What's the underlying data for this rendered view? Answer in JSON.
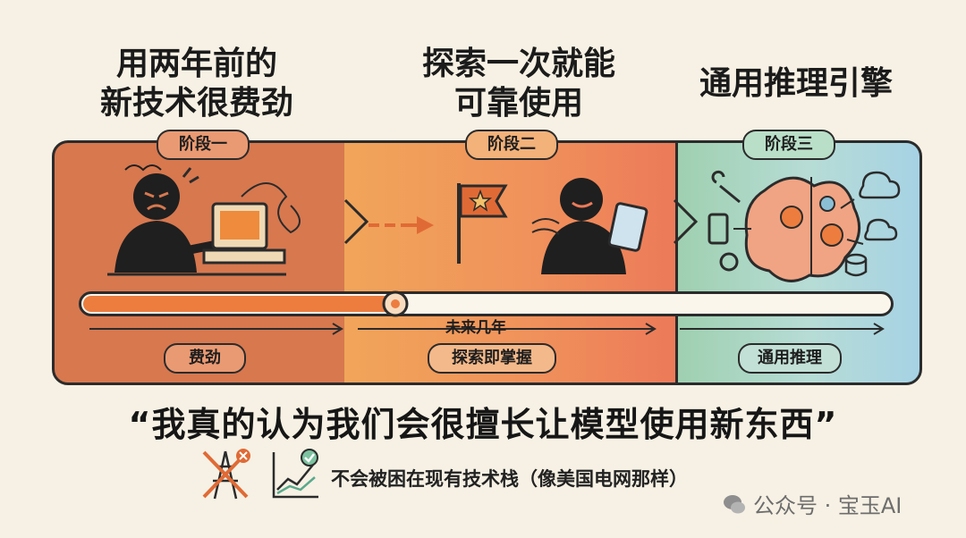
{
  "titles": {
    "stage1_line1": "用两年前的",
    "stage1_line2": "新技术很费劲",
    "stage2_line1": "探索一次就能",
    "stage2_line2": "可靠使用",
    "stage3": "通用推理引擎"
  },
  "stages": {
    "stage1": "阶段一",
    "stage2": "阶段二",
    "stage3": "阶段三"
  },
  "bottom_labels": {
    "stage1": "费劲",
    "stage2": "探索即掌握",
    "stage3": "通用推理"
  },
  "timeline": {
    "label": "未来几年"
  },
  "quote": "“我真的认为我们会很擅长让模型使用新东西”",
  "footer_text": "不会被困在现有技术栈（像美国电网那样）",
  "watermark": "公众号 · 宝玉AI",
  "colors": {
    "stage1": "#d7784f",
    "stage2": "#f0925b",
    "stage3": "#a6d2e4",
    "accent": "#ec7d3f"
  },
  "progress": {
    "fraction": 0.39
  }
}
